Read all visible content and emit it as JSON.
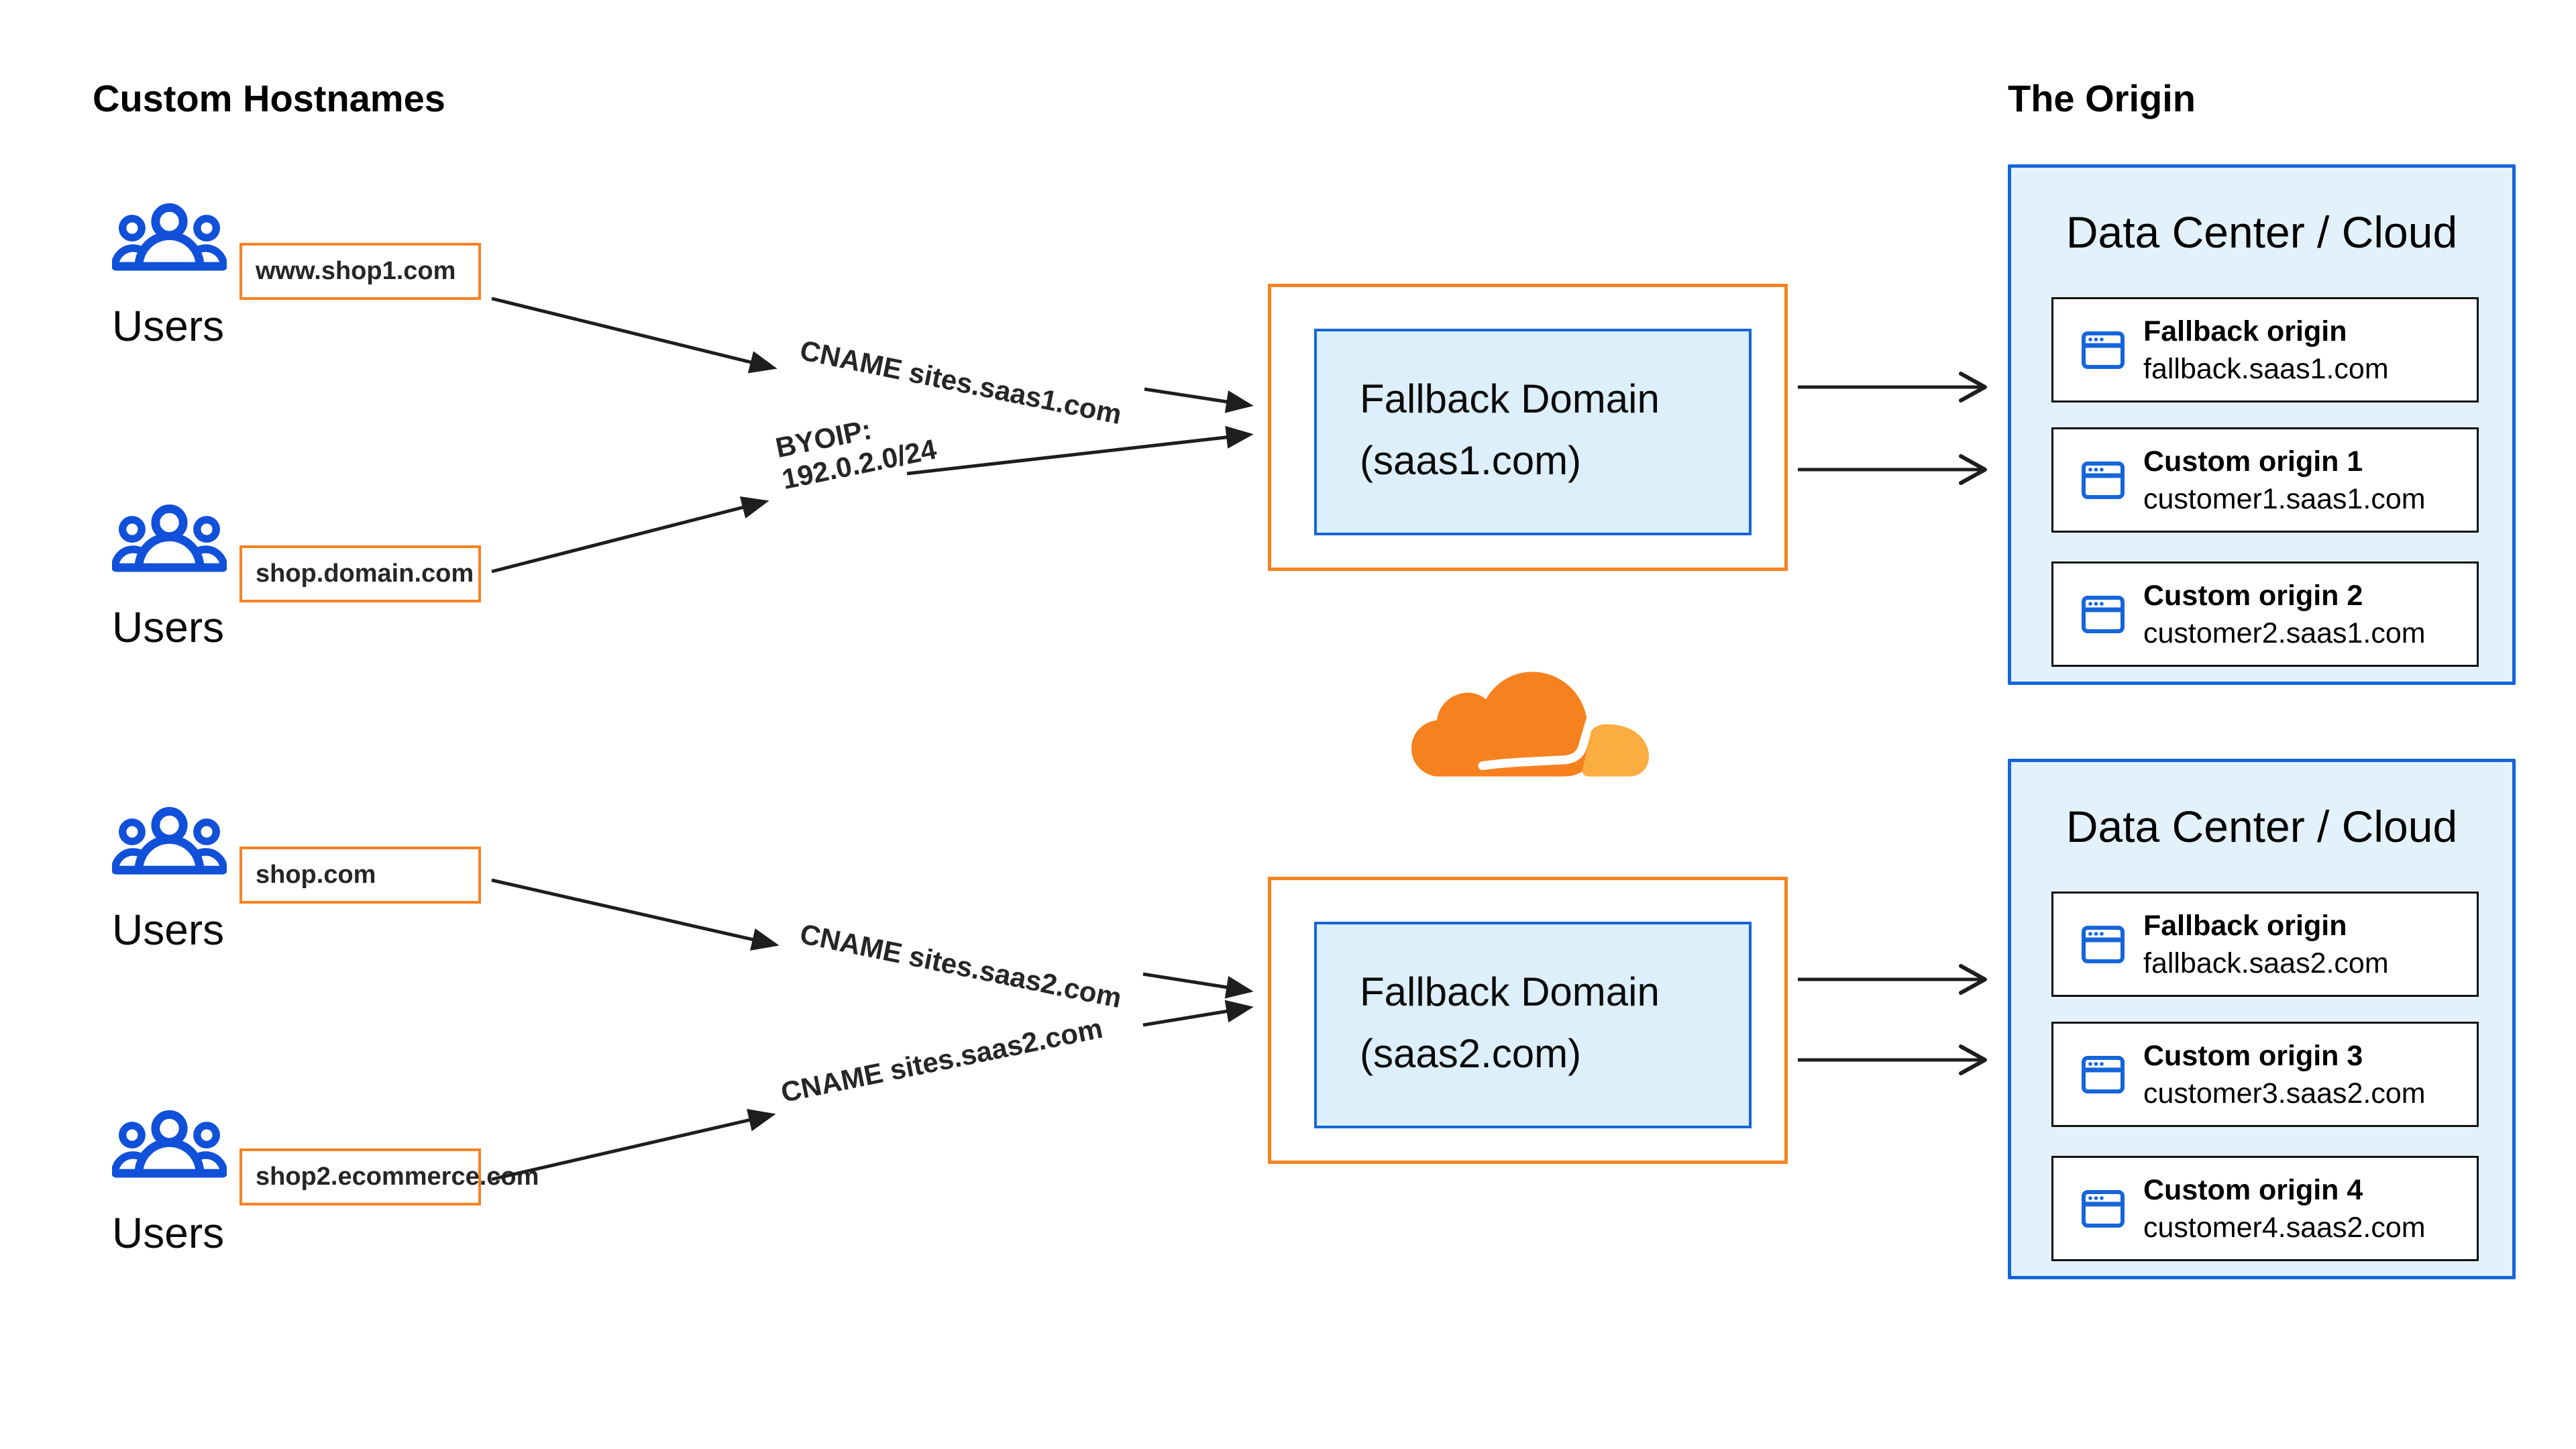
{
  "left": {
    "title": "Custom Hostnames",
    "users_label": "Users",
    "hostnames": [
      "www.shop1.com",
      "shop.domain.com",
      "shop.com",
      "shop2.ecommerce.com"
    ]
  },
  "labels": {
    "cname1": "CNAME sites.saas1.com",
    "byoip_line1": "BYOIP:",
    "byoip_line2": "192.0.2.0/24",
    "cname2a": "CNAME sites.saas2.com",
    "cname2b": "CNAME sites.saas2.com"
  },
  "fallback": [
    {
      "line1": "Fallback Domain",
      "line2": "(saas1.com)"
    },
    {
      "line1": "Fallback Domain",
      "line2": "(saas2.com)"
    }
  ],
  "origin": {
    "title": "The Origin",
    "datacenters": [
      {
        "title": "Data Center / Cloud",
        "origins": [
          {
            "name": "Fallback origin",
            "host": "fallback.saas1.com"
          },
          {
            "name": "Custom origin 1",
            "host": "customer1.saas1.com"
          },
          {
            "name": "Custom origin 2",
            "host": "customer2.saas1.com"
          }
        ]
      },
      {
        "title": "Data Center / Cloud",
        "origins": [
          {
            "name": "Fallback origin",
            "host": "fallback.saas2.com"
          },
          {
            "name": "Custom origin 3",
            "host": "customer3.saas2.com"
          },
          {
            "name": "Custom origin 4",
            "host": "customer4.saas2.com"
          }
        ]
      }
    ]
  },
  "colors": {
    "orange": "#F6821F",
    "cloud_light_orange": "#FBAD41",
    "blue": "#1565DB",
    "icon_blue": "#1150D8",
    "datacenter_fill": "#E2F1FA",
    "fallback_fill": "#DCEFFA",
    "arrow": "#1E1E1E"
  }
}
